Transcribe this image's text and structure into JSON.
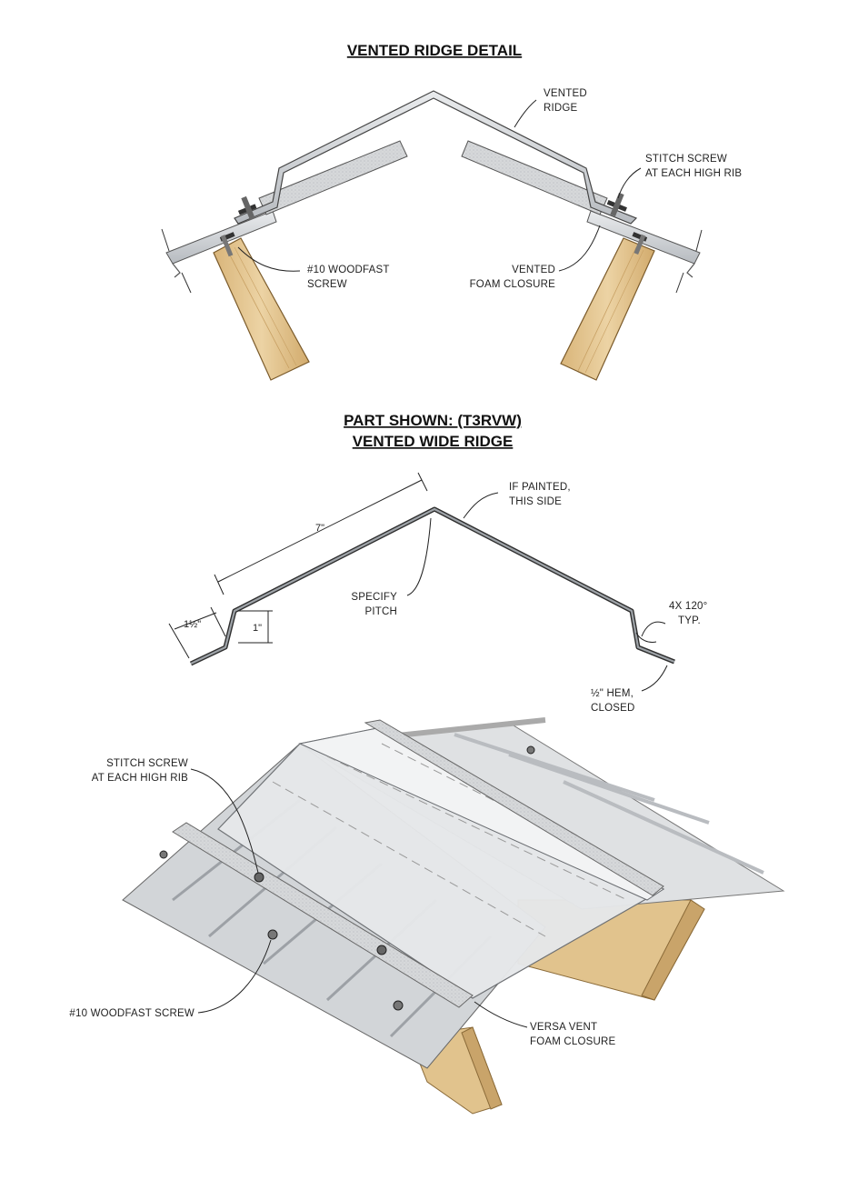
{
  "sections": {
    "top": {
      "title": "VENTED RIDGE DETAIL",
      "labels": {
        "vented_ridge_1": "VENTED",
        "vented_ridge_2": "RIDGE",
        "stitch_1": "STITCH SCREW",
        "stitch_2": "AT EACH HIGH RIB",
        "woodfast_1": "#10 WOODFAST",
        "woodfast_2": "SCREW",
        "foam_1": "VENTED",
        "foam_2": "FOAM CLOSURE"
      }
    },
    "middle": {
      "title_1": "PART SHOWN: (T3RVW)",
      "title_2": "VENTED WIDE RIDGE",
      "labels": {
        "painted_1": "IF PAINTED,",
        "painted_2": "THIS SIDE",
        "dim_7": "7\"",
        "pitch_1": "SPECIFY",
        "pitch_2": "PITCH",
        "angle_1": "4X 120°",
        "angle_2": "TYP.",
        "dim_1_5": "1½\"",
        "dim_1": "1\"",
        "hem_1": "½\" HEM,",
        "hem_2": "CLOSED"
      }
    },
    "bottom": {
      "labels": {
        "stitch_1": "STITCH SCREW",
        "stitch_2": "AT EACH HIGH RIB",
        "woodfast": "#10  WOODFAST SCREW",
        "versa_1": "VERSA VENT",
        "versa_2": "FOAM CLOSURE"
      }
    },
    "colors": {
      "metal": "#c9ccd0",
      "metal_dark": "#8e9297",
      "wood": "#e3c48f",
      "wood_dark": "#b8925a",
      "foam": "#d8dadc"
    }
  }
}
